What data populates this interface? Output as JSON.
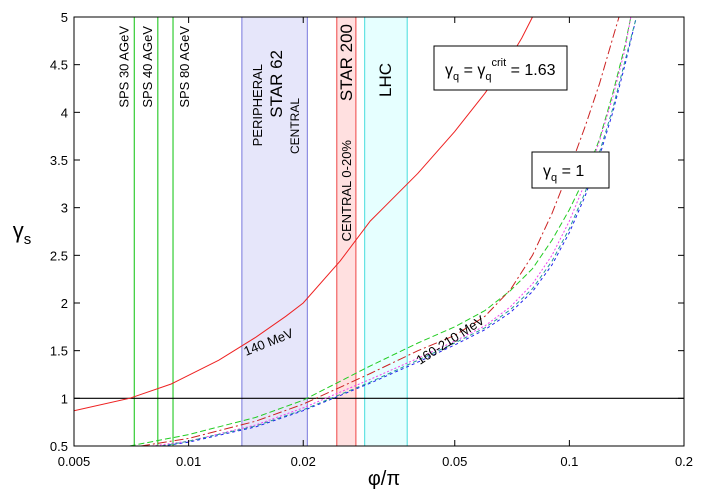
{
  "chart_data": {
    "type": "line",
    "xlabel": "φ/π",
    "ylabel": "γ_s",
    "xscale": "log",
    "xlim": [
      0.005,
      0.2
    ],
    "ylim": [
      0.5,
      5
    ],
    "xticks": [
      0.005,
      0.01,
      0.02,
      0.05,
      0.1,
      0.2
    ],
    "xtick_labels": [
      "0.005",
      "0.01",
      "0.02",
      "0.05",
      "0.1",
      "0.2"
    ],
    "yticks": [
      0.5,
      1,
      1.5,
      2,
      2.5,
      3,
      3.5,
      4,
      4.5,
      5
    ],
    "ytick_labels": [
      "0.5",
      "1",
      "1.5",
      "2",
      "2.5",
      "3",
      "3.5",
      "4",
      "4.5",
      "5"
    ],
    "reference_line": {
      "y": 1,
      "color": "#000000"
    },
    "vertical_lines": [
      {
        "x": 0.0072,
        "label": "SPS 30 AGeV",
        "color": "#33cc33"
      },
      {
        "x": 0.0083,
        "label": "SPS 40 AGeV",
        "color": "#33cc33"
      },
      {
        "x": 0.0091,
        "label": "SPS 80 AGeV",
        "color": "#33cc33"
      }
    ],
    "bands": [
      {
        "x0": 0.0138,
        "x1": 0.0205,
        "fill": "#e6e6fa",
        "stroke": "#7777dd",
        "labels": [
          "PERIPHERAL",
          "STAR 62",
          "CENTRAL"
        ]
      },
      {
        "x0": 0.0245,
        "x1": 0.0275,
        "fill": "#ffe0e0",
        "stroke": "#ee4444",
        "labels": [
          "CENTRAL 0-20%",
          "STAR 200"
        ]
      },
      {
        "x0": 0.029,
        "x1": 0.0375,
        "fill": "#e6ffff",
        "stroke": "#44dddd",
        "labels": [
          "LHC"
        ]
      }
    ],
    "series": [
      {
        "name": "140 MeV",
        "color": "#ee2222",
        "dash": "solid",
        "x": [
          0.005,
          0.007,
          0.009,
          0.012,
          0.015,
          0.018,
          0.02,
          0.025,
          0.03,
          0.04,
          0.05,
          0.06,
          0.07,
          0.075,
          0.08
        ],
        "y": [
          0.87,
          1.0,
          1.15,
          1.4,
          1.64,
          1.86,
          2.0,
          2.44,
          2.86,
          3.36,
          3.8,
          4.2,
          4.58,
          4.78,
          5.0
        ]
      },
      {
        "color": "#22cc22",
        "dash": "6,3",
        "x": [
          0.007,
          0.01,
          0.015,
          0.02,
          0.03,
          0.04,
          0.05,
          0.06,
          0.07,
          0.08,
          0.09,
          0.1,
          0.11,
          0.12,
          0.13,
          0.14,
          0.145
        ],
        "y": [
          0.5,
          0.62,
          0.8,
          0.98,
          1.34,
          1.58,
          1.75,
          1.92,
          2.13,
          2.36,
          2.66,
          2.98,
          3.32,
          3.72,
          4.2,
          4.7,
          5.0
        ]
      },
      {
        "color": "#cc2222",
        "dash": "9,3,2,3",
        "x": [
          0.0075,
          0.01,
          0.015,
          0.02,
          0.03,
          0.04,
          0.05,
          0.06,
          0.07,
          0.08,
          0.09,
          0.1,
          0.11,
          0.12,
          0.13,
          0.135
        ],
        "y": [
          0.5,
          0.58,
          0.76,
          0.94,
          1.26,
          1.5,
          1.66,
          1.86,
          2.14,
          2.5,
          2.94,
          3.4,
          3.85,
          4.3,
          4.78,
          5.0
        ]
      },
      {
        "color": "#ee44ee",
        "dash": "2,2",
        "x": [
          0.008,
          0.01,
          0.015,
          0.02,
          0.03,
          0.04,
          0.05,
          0.06,
          0.07,
          0.08,
          0.09,
          0.1,
          0.11,
          0.12,
          0.13,
          0.14,
          0.145
        ],
        "y": [
          0.5,
          0.55,
          0.72,
          0.9,
          1.2,
          1.42,
          1.6,
          1.76,
          1.96,
          2.2,
          2.5,
          2.86,
          3.26,
          3.7,
          4.16,
          4.66,
          5.0
        ]
      },
      {
        "color": "#2222ee",
        "dash": "3,3",
        "x": [
          0.0085,
          0.01,
          0.015,
          0.02,
          0.03,
          0.04,
          0.05,
          0.06,
          0.07,
          0.08,
          0.09,
          0.1,
          0.11,
          0.12,
          0.13,
          0.14,
          0.15
        ],
        "y": [
          0.5,
          0.54,
          0.7,
          0.87,
          1.16,
          1.38,
          1.56,
          1.72,
          1.9,
          2.12,
          2.4,
          2.74,
          3.12,
          3.54,
          4.0,
          4.5,
          5.0
        ]
      },
      {
        "color": "#229999",
        "dash": "4,3",
        "x": [
          0.0085,
          0.01,
          0.015,
          0.02,
          0.03,
          0.04,
          0.05,
          0.06,
          0.07,
          0.08,
          0.09,
          0.1,
          0.11,
          0.12,
          0.13,
          0.14,
          0.15
        ],
        "y": [
          0.5,
          0.55,
          0.71,
          0.88,
          1.17,
          1.4,
          1.58,
          1.74,
          1.93,
          2.15,
          2.44,
          2.78,
          3.16,
          3.58,
          4.04,
          4.54,
          5.0
        ]
      }
    ],
    "annotations": {
      "label_140": "140 MeV",
      "label_160_210": "160-210 MeV",
      "box_gq_crit": "γq = γq^crit = 1.63",
      "box_gq_1": "γq = 1"
    }
  }
}
